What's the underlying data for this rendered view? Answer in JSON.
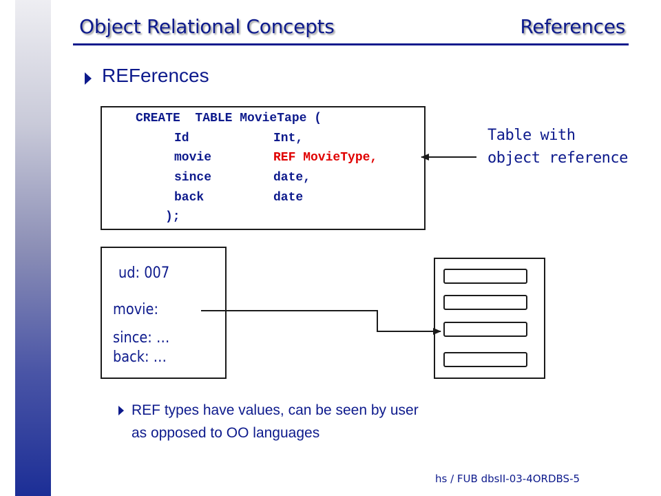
{
  "header": {
    "title_left": "Object Relational Concepts",
    "title_right": "References"
  },
  "main": {
    "heading": "REFerences",
    "code": {
      "line1": "CREATE  TABLE MovieTape (",
      "id_col": "Id",
      "id_type": "Int,",
      "movie_col": "movie",
      "movie_type": "REF MovieType,",
      "since_col": "since",
      "since_type": "date,",
      "back_col": "back",
      "back_type": "date",
      "close": ");"
    },
    "annotation": {
      "line1": "Table with",
      "line2": "object reference"
    },
    "record": {
      "ud": "ud:   007",
      "movie": "movie:",
      "since": "since:   …",
      "back": "back:   …"
    },
    "bullet": {
      "line1": "REF types have values, can be seen by user",
      "line2": "as opposed to OO languages"
    }
  },
  "footer": {
    "text": "hs / FUB dbsII-03-4ORDBS-5"
  },
  "colors": {
    "title": "#0d1a8c",
    "ref_highlight": "#e00000",
    "border": "#1a1a1a"
  }
}
